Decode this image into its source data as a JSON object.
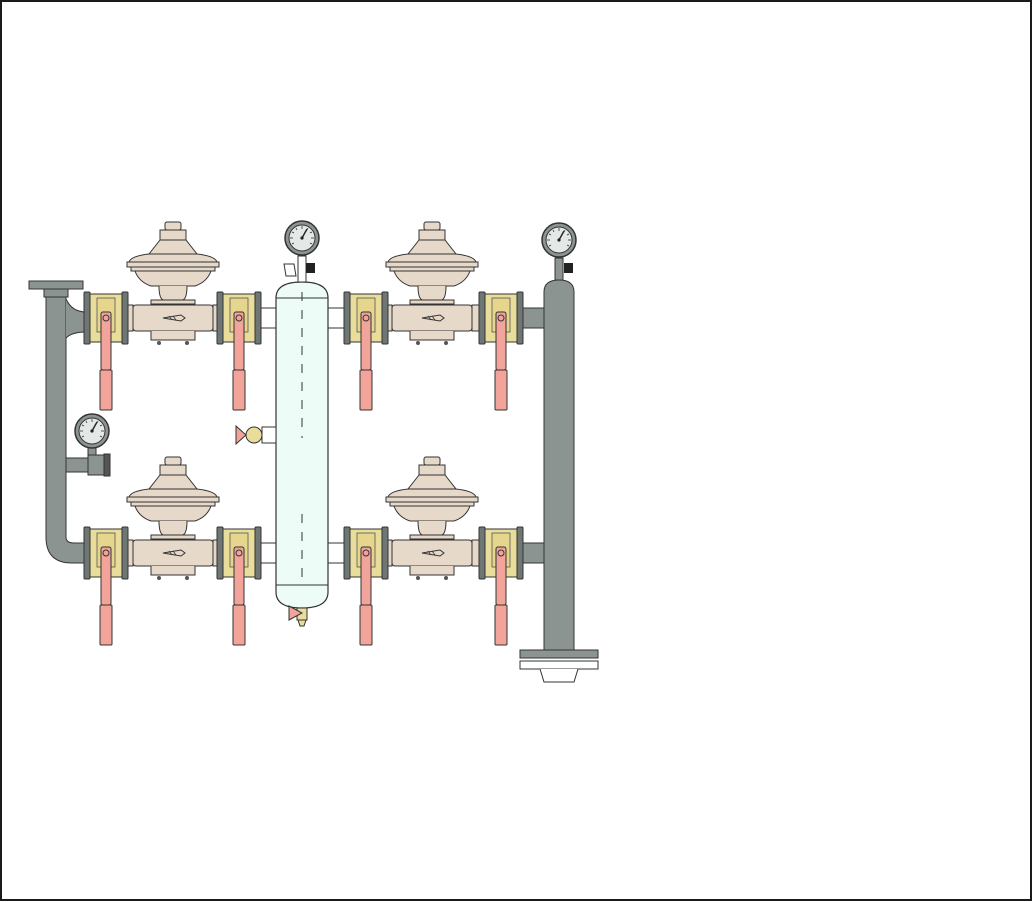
{
  "diagram": {
    "kind": "pressure-regulator-manifold",
    "colors": {
      "pipe": "#8c9492",
      "pipe_dark": "#6f7775",
      "separator_fill": "#eefcf8",
      "regulator_body": "#e7d9c9",
      "valve_body": "#e9dd9c",
      "handle": "#f2a49a",
      "gauge_face": "#d8dcdb",
      "outline": "#333333"
    },
    "components": {
      "regulators": 4,
      "ball_valves": 8,
      "pressure_gauges": 3,
      "separator_vessels": 1,
      "side_taps": 1,
      "drain_valves": 1
    }
  }
}
